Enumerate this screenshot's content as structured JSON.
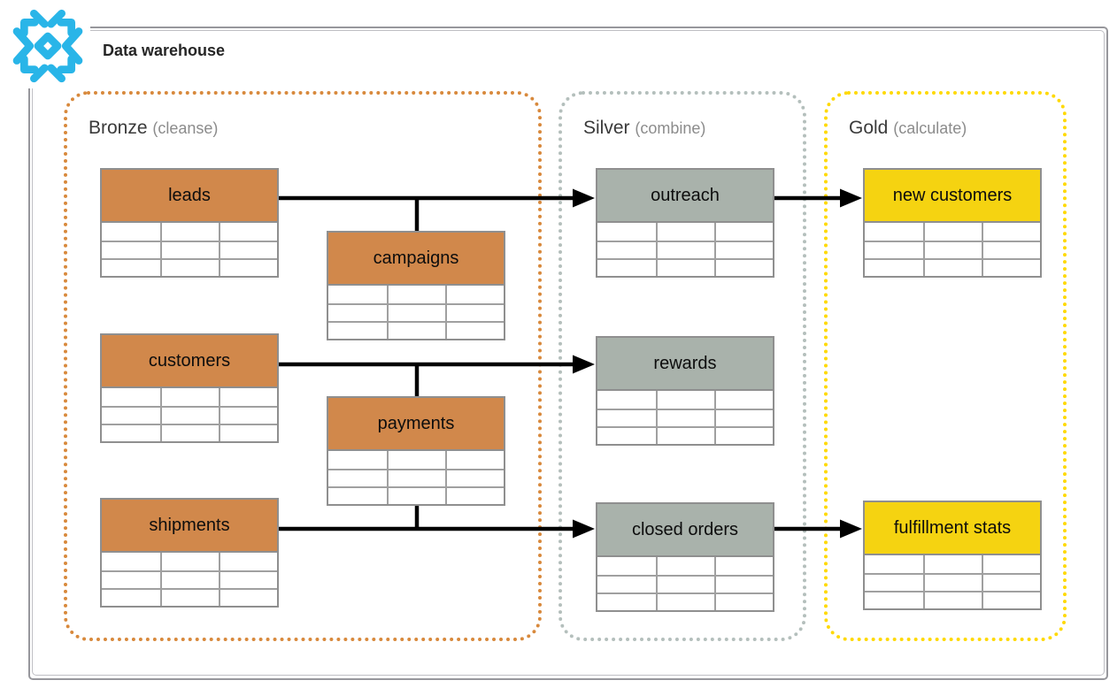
{
  "header": {
    "title": "Data warehouse",
    "logo": "snowflake-icon",
    "logo_color": "#29B5E8"
  },
  "sections": [
    {
      "id": "bronze",
      "label": "Bronze",
      "sublabel": "(cleanse)",
      "border_color": "#D8893C",
      "table_header_color": "#D1884B"
    },
    {
      "id": "silver",
      "label": "Silver",
      "sublabel": "(combine)",
      "border_color": "#B4BFBC",
      "table_header_color": "#A9B2AB"
    },
    {
      "id": "gold",
      "label": "Gold",
      "sublabel": "(calculate)",
      "border_color": "#FFD902",
      "table_header_color": "#F5D311"
    }
  ],
  "tables": {
    "leads": {
      "name": "leads",
      "section": "bronze"
    },
    "campaigns": {
      "name": "campaigns",
      "section": "bronze"
    },
    "customers": {
      "name": "customers",
      "section": "bronze"
    },
    "payments": {
      "name": "payments",
      "section": "bronze"
    },
    "shipments": {
      "name": "shipments",
      "section": "bronze"
    },
    "outreach": {
      "name": "outreach",
      "section": "silver"
    },
    "rewards": {
      "name": "rewards",
      "section": "silver"
    },
    "closed_orders": {
      "name": "closed orders",
      "section": "silver"
    },
    "new_customers": {
      "name": "new customers",
      "section": "gold"
    },
    "fulfillment_stats": {
      "name": "fulfillment stats",
      "section": "gold"
    }
  },
  "edges": [
    {
      "from": "leads",
      "to": "outreach"
    },
    {
      "from": "campaigns",
      "to": "outreach"
    },
    {
      "from": "customers",
      "to": "rewards"
    },
    {
      "from": "payments",
      "to": "rewards"
    },
    {
      "from": "shipments",
      "to": "closed orders"
    },
    {
      "from": "payments",
      "to": "closed orders"
    },
    {
      "from": "outreach",
      "to": "new customers"
    },
    {
      "from": "closed orders",
      "to": "fulfillment stats"
    }
  ],
  "edge_style": {
    "color": "#000000",
    "width": 4.5
  }
}
